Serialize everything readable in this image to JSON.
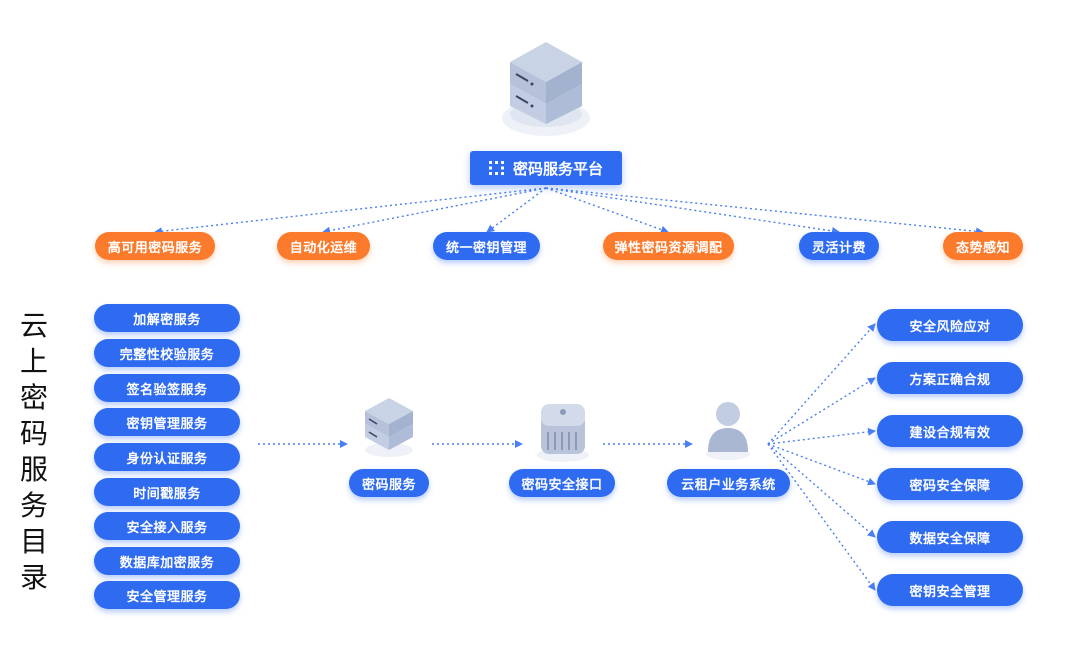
{
  "platform": {
    "label": "密码服务平台",
    "icon": "grid-dots-icon"
  },
  "features": [
    {
      "label": "高可用密码服务",
      "color": "orange"
    },
    {
      "label": "自动化运维",
      "color": "orange"
    },
    {
      "label": "统一密钥管理",
      "color": "blue"
    },
    {
      "label": "弹性密码资源调配",
      "color": "orange"
    },
    {
      "label": "灵活计费",
      "color": "blue"
    },
    {
      "label": "态势感知",
      "color": "orange"
    }
  ],
  "catalog_title": [
    "云",
    "上",
    "密",
    "码",
    "服",
    "务",
    "目",
    "录"
  ],
  "services": [
    "加解密服务",
    "完整性校验服务",
    "签名验签服务",
    "密钥管理服务",
    "身份认证服务",
    "时间戳服务",
    "安全接入服务",
    "数据库加密服务",
    "安全管理服务"
  ],
  "flow": {
    "crypto_service": "密码服务",
    "security_interface": "密码安全接口",
    "tenant_system": "云租户业务系统"
  },
  "outcomes": [
    "安全风险应对",
    "方案正确合规",
    "建设合规有效",
    "密码安全保障",
    "数据安全保障",
    "密钥安全管理"
  ],
  "colors": {
    "blue": "#2f6bf0",
    "orange": "#fb7a2c",
    "line": "#4a7ff2"
  }
}
